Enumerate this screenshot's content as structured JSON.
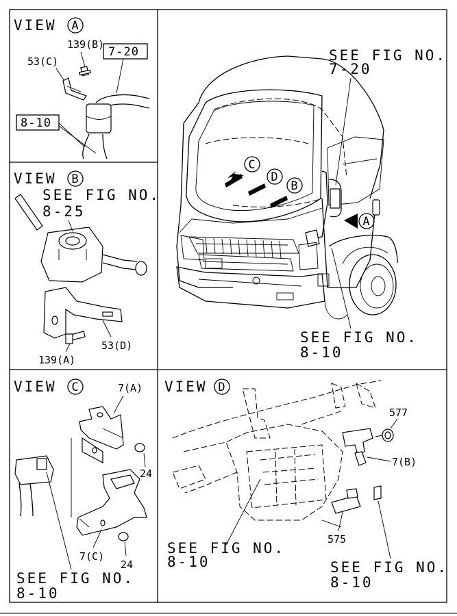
{
  "views": {
    "a": {
      "title": "VIEW",
      "letter": "A",
      "part_bolt": "139(B)",
      "part_clip": "53(C)",
      "ref_top": "7-20",
      "ref_bottom": "8-10"
    },
    "b": {
      "title": "VIEW",
      "letter": "B",
      "see_fig": "SEE FIG NO.",
      "see_fig_no": "8-25",
      "part_bracket": "53(D)",
      "part_bolt": "139(A)"
    },
    "c": {
      "title": "VIEW",
      "letter": "C",
      "part_top": "7(A)",
      "part_nut_top": "24",
      "part_bottom": "7(C)",
      "part_nut_bottom": "24",
      "see_fig": "SEE FIG NO.",
      "see_fig_no": "8-10"
    },
    "d": {
      "title": "VIEW",
      "letter": "D",
      "part_nut": "577",
      "part_bracket": "7(B)",
      "part_clip": "575",
      "see_fig_left": "SEE FIG NO.",
      "see_fig_left_no": "8-10",
      "see_fig_right": "SEE FIG NO.",
      "see_fig_right_no": "8-10"
    }
  },
  "main": {
    "see_fig_top": "SEE FIG NO.",
    "see_fig_top_no": "7-20",
    "see_fig_bottom": "SEE FIG NO.",
    "see_fig_bottom_no": "8-10",
    "marker_a": "A",
    "marker_b": "B",
    "marker_c": "C",
    "marker_d": "D"
  }
}
